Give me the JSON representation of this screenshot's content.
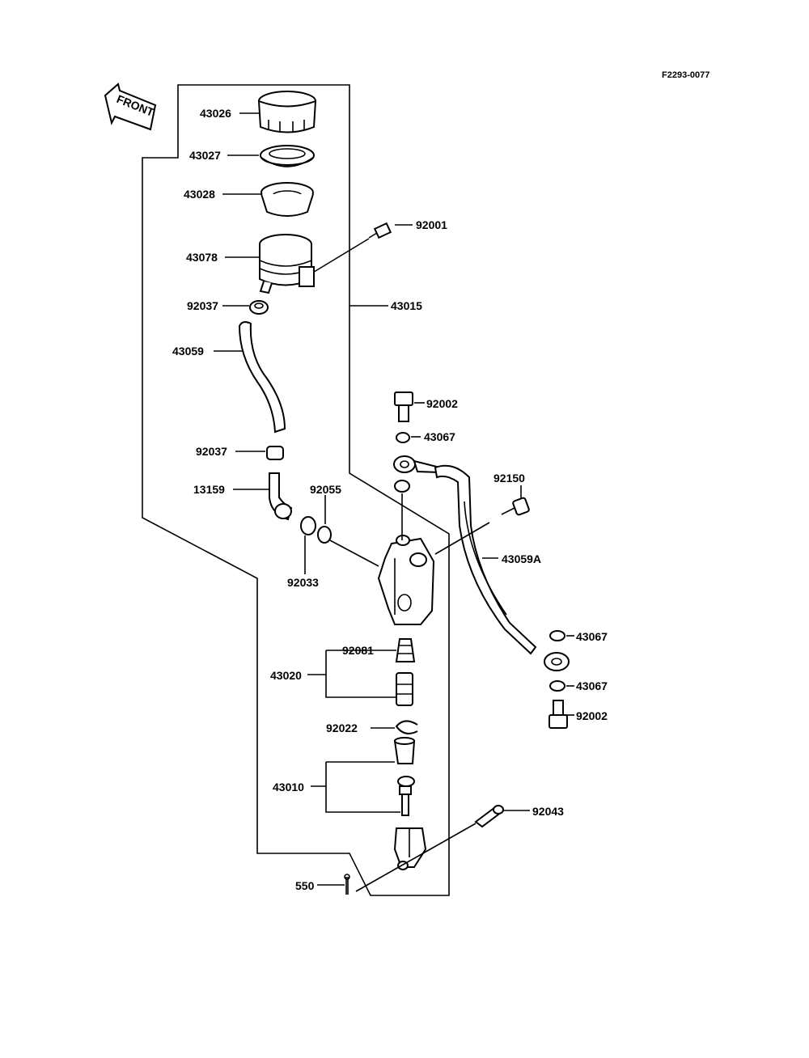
{
  "diagram_code": "F2293-0077",
  "front_label": "FRONT",
  "parts": {
    "p43026": "43026",
    "p43027": "43027",
    "p43028": "43028",
    "p92001": "92001",
    "p43078": "43078",
    "p43015": "43015",
    "p92037_top": "92037",
    "p43059": "43059",
    "p92037_bot": "92037",
    "p92002_top": "92002",
    "p43067_top": "43067",
    "p13159": "13159",
    "p92055": "92055",
    "p92150": "92150",
    "p43059A": "43059A",
    "p92033": "92033",
    "p43067_mid": "43067",
    "p92081": "92081",
    "p43020": "43020",
    "p43067_low": "43067",
    "p92002_low": "92002",
    "p92022": "92022",
    "p43010": "43010",
    "p92043": "92043",
    "p550": "550"
  }
}
